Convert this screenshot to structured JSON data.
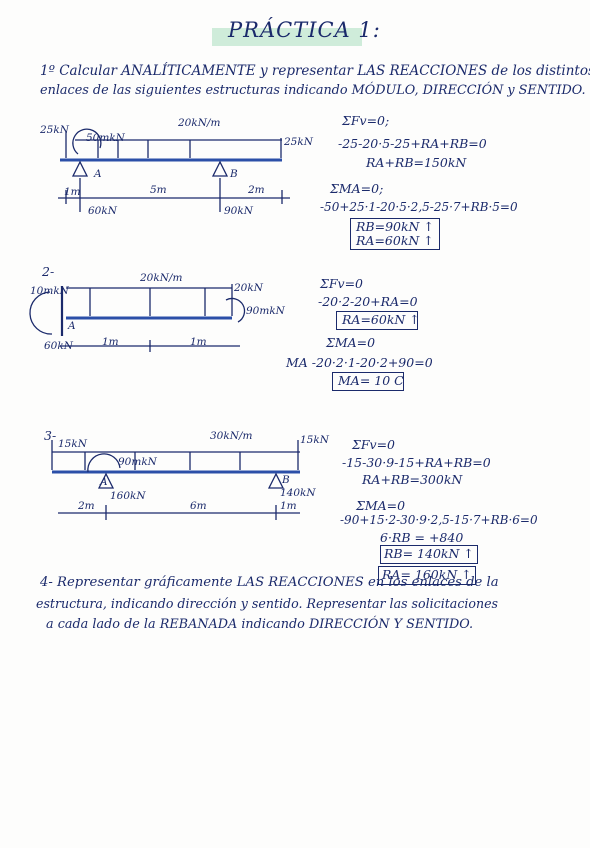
{
  "title": "PRÁCTICA 1:",
  "intro": {
    "line1": "1º Calcular ANALÍTICAMENTE y representar LAS REACCIONES de los distintos",
    "line2": "enlaces de las siguientes estructuras indicando MÓDULO, DIRECCIÓN y SENTIDO."
  },
  "problem1": {
    "loads": {
      "left_point": "25kN",
      "moment": "50mkN",
      "distributed": "20kN/m",
      "right_point": "25kN"
    },
    "supports": {
      "a": "A",
      "b": "B"
    },
    "dims": {
      "d1": "1m",
      "d2": "5m",
      "d3": "2m"
    },
    "reactions_fig": {
      "ra": "60kN",
      "rb": "90kN"
    },
    "eqs": [
      "ΣFv=0;",
      "-25-20·5-25+RA+RB=0",
      "RA+RB=150kN",
      "ΣMA=0;",
      "-50+25·1-20·5·2,5-25·7+RB·5=0"
    ],
    "results": [
      "RB=90kN ↑",
      "RA=60kN ↑"
    ]
  },
  "problem2": {
    "number": "2-",
    "loads": {
      "distributed": "20kN/m",
      "moment_left": "10mkN",
      "point": "20kN",
      "moment_right": "90mkN"
    },
    "support": "A",
    "reaction_fig": "60kN",
    "dims": {
      "d1": "1m",
      "d2": "1m"
    },
    "eqs": [
      "ΣFv=0",
      "-20·2-20+RA=0",
      "ΣMA=0",
      "MA -20·2·1-20·2+90=0"
    ],
    "results": [
      "RA=60kN ↑",
      "MA= 10 C"
    ]
  },
  "problem3": {
    "number": "3-",
    "loads": {
      "left_point": "15kN",
      "distributed": "30kN/m",
      "right_point": "15kN",
      "moment": "90mkN"
    },
    "supports": {
      "a": "A",
      "b": "B"
    },
    "reactions_fig": {
      "ra": "160kN",
      "rb": "140kN"
    },
    "dims": {
      "d1": "2m",
      "d2": "6m",
      "d3": "1m"
    },
    "eqs": [
      "ΣFv=0",
      "-15-30·9-15+RA+RB=0",
      "RA+RB=300kN",
      "ΣMA=0",
      "-90+15·2-30·9·2,5-15·7+RB·6=0",
      "6·RB = +840"
    ],
    "results": [
      "RB= 140kN ↑",
      "RA= 160kN ↑"
    ]
  },
  "problem4": {
    "line1": "4- Representar gráficamente LAS REACCIONES en los enlaces de la",
    "line2": "estructura, indicando dirección y sentido. Representar las solicitaciones",
    "line3": "a cada lado de la REBANADA indicando DIRECCIÓN Y SENTIDO."
  },
  "colors": {
    "ink": "#1b2a6b",
    "beam": "#2b4fa8",
    "highlight": "#bfe6cf"
  }
}
